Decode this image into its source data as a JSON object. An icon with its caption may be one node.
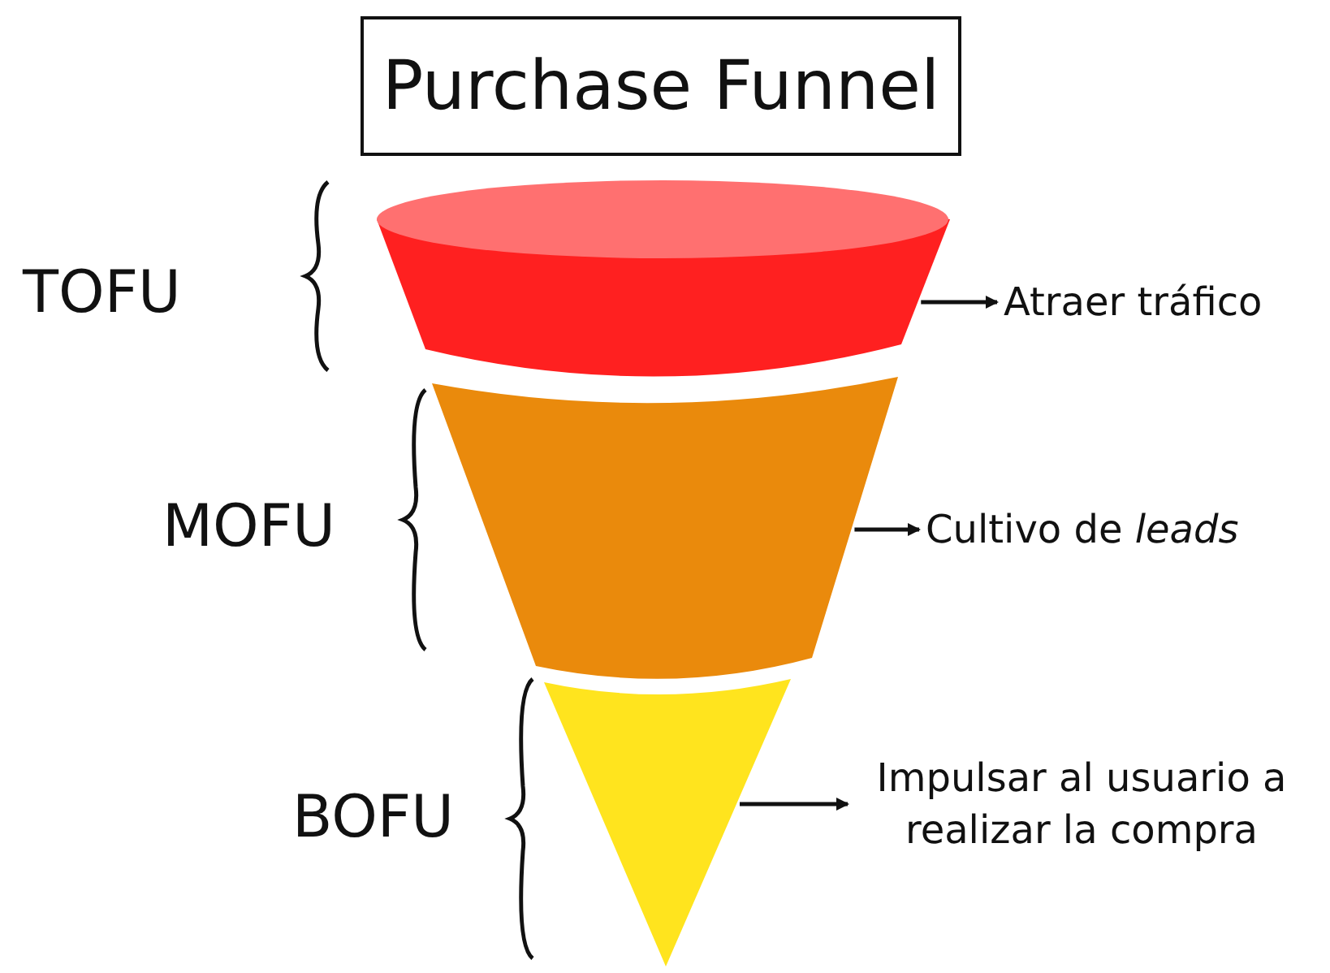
{
  "diagram": {
    "title": "Purchase Funnel",
    "nodes": [
      {
        "text": [],
        "shape": "trapezoid"
      },
      {
        "text": [],
        "shape": "trapezoid"
      },
      {
        "text": [],
        "shape": "triangle"
      },
      {
        "text": [
          "Atraer tráfico"
        ]
      },
      {
        "text": [
          "Cultivo de *leads*"
        ]
      },
      {
        "text": [
          "Impulsar al usuario a realizar la compra"
        ]
      }
    ],
    "edges": [
      {
        "from": 0,
        "to": 3,
        "arrow": "to"
      },
      {
        "from": 1,
        "to": 4,
        "arrow": "to"
      },
      {
        "from": 2,
        "to": 5,
        "arrow": "to"
      }
    ],
    "labels": [
      "TOFU",
      "MOFU",
      "BOFU"
    ]
  }
}
